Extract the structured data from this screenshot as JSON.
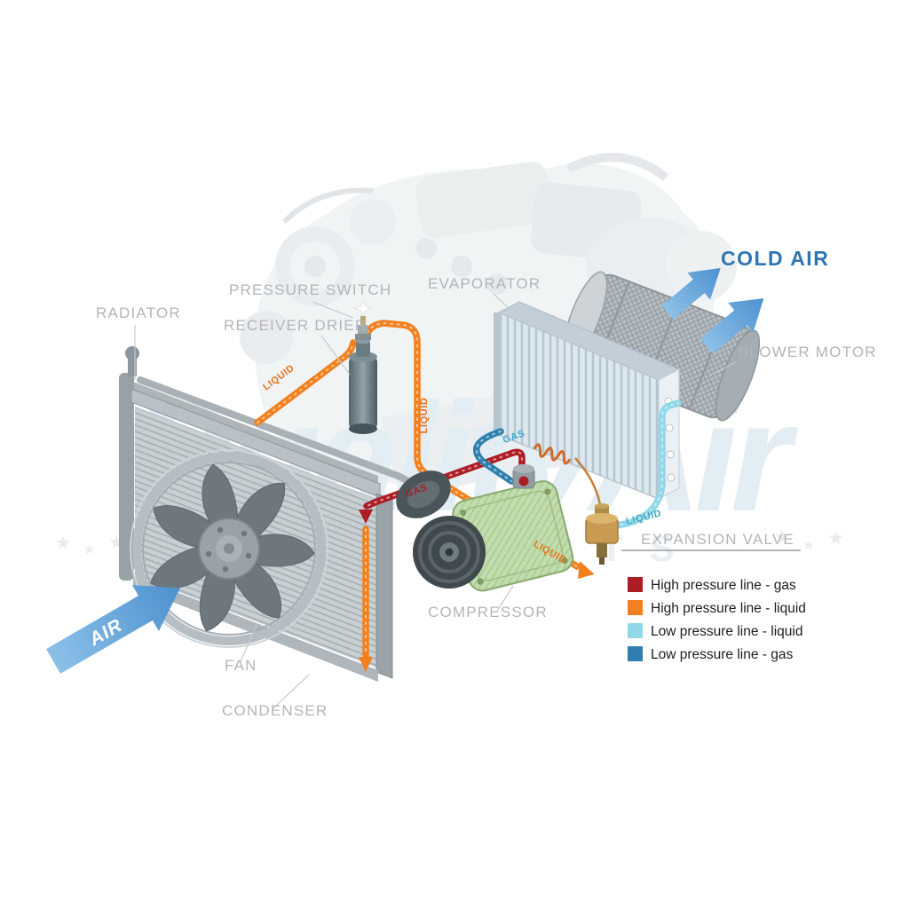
{
  "diagram": {
    "component_labels": {
      "radiator": "RADIATOR",
      "pressure_switch": "PRESSURE SWITCH",
      "receiver_drier": "RECEIVER DRIER",
      "evaporator": "EVAPORATOR",
      "blower_motor": "BLOWER MOTOR",
      "expansion_valve": "EXPANSION VALVE",
      "compressor": "COMPRESSOR",
      "fan": "FAN",
      "condenser": "CONDENSER"
    },
    "flow_labels": {
      "cold_air": "COLD AIR",
      "air": "AIR",
      "liquid_to_drier": "LIQUID",
      "liquid_down": "LIQUID",
      "liquid_to_valve": "LIQUID",
      "liquid_low": "LIQUID",
      "gas_low": "GAS",
      "gas_high": "GAS"
    },
    "legend": {
      "items": [
        {
          "label": "High pressure line - gas",
          "color": "#ae1c24"
        },
        {
          "label": "High pressure line - liquid",
          "color": "#f2801e"
        },
        {
          "label": "Low pressure line - liquid",
          "color": "#8ed8e8"
        },
        {
          "label": "Low pressure line -  gas",
          "color": "#2f7fae"
        }
      ]
    },
    "watermark": {
      "brand": "QualityAir",
      "subtitle": "AUTO PARTS",
      "star": "★"
    },
    "colors": {
      "high_pressure_gas": "#ae1c24",
      "high_pressure_liquid": "#f2801e",
      "low_pressure_liquid": "#8ed8e8",
      "low_pressure_gas": "#2f7fae",
      "cold_air_text": "#2d76b5",
      "label_gray": "#b2b5b7"
    }
  }
}
